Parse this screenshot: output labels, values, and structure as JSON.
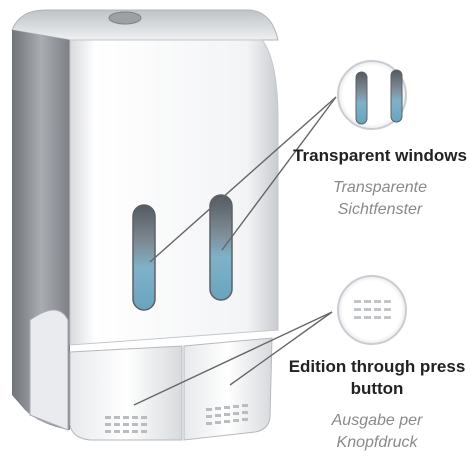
{
  "features": [
    {
      "title_en": "Transparent windows",
      "title_de_line1": "Transparente",
      "title_de_line2": "Sichtfenster",
      "zoom_icon": "transparent-window-zoom-icon"
    },
    {
      "title_en_line1": "Edition through press",
      "title_en_line2": "button",
      "title_de_line1": "Ausgabe per",
      "title_de_line2": "Knopfdruck",
      "zoom_icon": "press-button-zoom-icon"
    }
  ],
  "colors": {
    "chrome_white": "#f4f5f7",
    "chrome_grey": "#8d9196",
    "window_blue": "#7fb2c9",
    "leader_line": "#666666"
  }
}
